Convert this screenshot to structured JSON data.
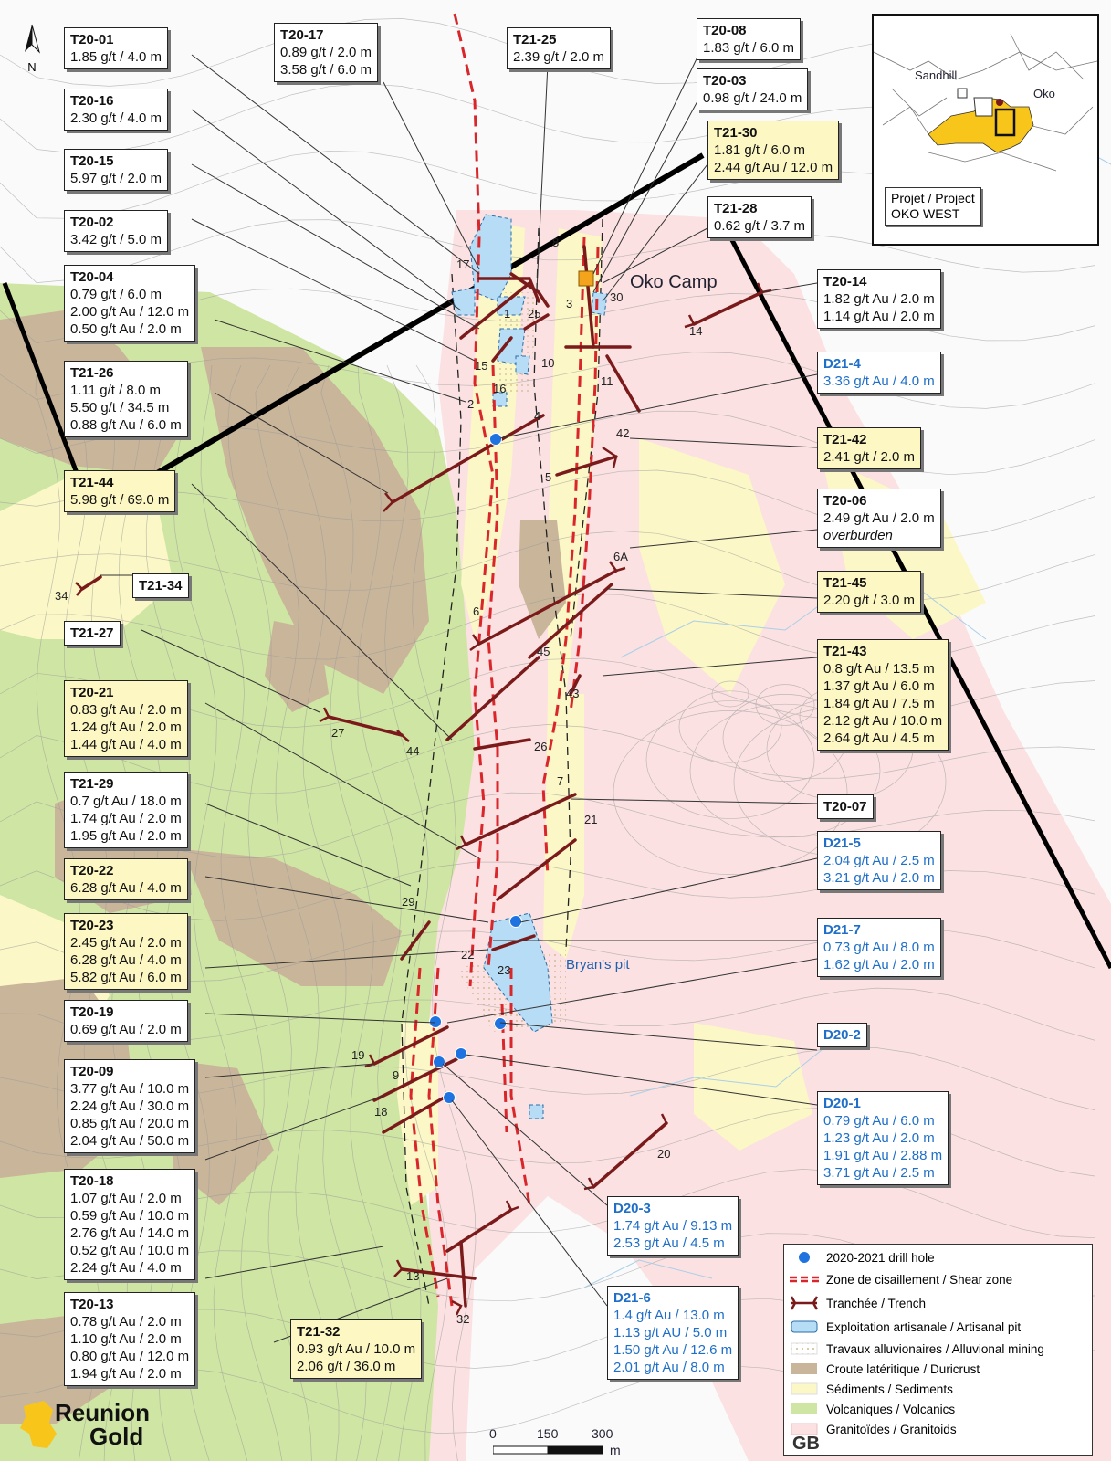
{
  "labels": [
    {
      "id": "T20-01",
      "style": "white",
      "rows": [
        "1.85 g/t / 4.0 m"
      ]
    },
    {
      "id": "T20-17",
      "style": "white",
      "rows": [
        "0.89 g/t / 2.0 m",
        "3.58 g/t / 6.0 m"
      ]
    },
    {
      "id": "T21-25",
      "style": "white",
      "rows": [
        "2.39 g/t / 2.0 m"
      ]
    },
    {
      "id": "T20-08",
      "style": "white",
      "rows": [
        "1.83 g/t / 6.0 m"
      ]
    },
    {
      "id": "T20-03",
      "style": "white",
      "rows": [
        "0.98 g/t / 24.0 m"
      ]
    },
    {
      "id": "T20-16",
      "style": "white",
      "rows": [
        "2.30 g/t / 4.0 m"
      ]
    },
    {
      "id": "T21-30",
      "style": "yellow",
      "rows": [
        "1.81 g/t / 6.0 m",
        "2.44 g/t Au / 12.0 m"
      ]
    },
    {
      "id": "T20-15",
      "style": "white",
      "rows": [
        "5.97 g/t / 2.0 m"
      ]
    },
    {
      "id": "T21-28",
      "style": "white",
      "rows": [
        "0.62 g/t / 3.7 m"
      ]
    },
    {
      "id": "T20-02",
      "style": "white",
      "rows": [
        "3.42 g/t / 5.0 m"
      ]
    },
    {
      "id": "T20-04",
      "style": "white",
      "rows": [
        "0.79 g/t / 6.0 m",
        "2.00 g/t Au / 12.0 m",
        "0.50 g/t Au / 2.0 m"
      ]
    },
    {
      "id": "T20-14",
      "style": "white",
      "rows": [
        "1.82 g/t Au / 2.0 m",
        "1.14 g/t Au / 2.0 m"
      ]
    },
    {
      "id": "D21-4",
      "style": "blue",
      "rows": [
        "3.36 g/t Au / 4.0 m"
      ]
    },
    {
      "id": "T21-26",
      "style": "white",
      "rows": [
        "1.11 g/t / 8.0 m",
        "5.50 g/t / 34.5 m",
        "0.88 g/t Au / 6.0 m"
      ]
    },
    {
      "id": "T21-42",
      "style": "yellow",
      "rows": [
        "2.41 g/t / 2.0 m"
      ]
    },
    {
      "id": "T21-44",
      "style": "yellow",
      "rows": [
        "5.98 g/t / 69.0 m"
      ]
    },
    {
      "id": "T20-06",
      "style": "white",
      "rows": [
        "2.49 g/t Au / 2.0 m"
      ],
      "note": "overburden"
    },
    {
      "id": "T21-34",
      "style": "white",
      "rows": []
    },
    {
      "id": "T21-45",
      "style": "yellow",
      "rows": [
        "2.20 g/t / 3.0 m"
      ]
    },
    {
      "id": "T21-27",
      "style": "white",
      "rows": []
    },
    {
      "id": "T21-43",
      "style": "yellow",
      "rows": [
        "0.8 g/t Au / 13.5 m",
        "1.37 g/t Au / 6.0 m",
        "1.84 g/t Au / 7.5 m",
        "2.12 g/t Au / 10.0 m",
        "2.64 g/t Au / 4.5 m"
      ]
    },
    {
      "id": "T20-21",
      "style": "yellow",
      "rows": [
        "0.83 g/t Au / 2.0 m",
        "1.24 g/t Au / 2.0 m",
        "1.44 g/t Au / 4.0 m"
      ]
    },
    {
      "id": "T21-29",
      "style": "white",
      "rows": [
        "0.7 g/t Au / 18.0 m",
        "1.74 g/t Au / 2.0 m",
        "1.95 g/t Au / 2.0 m"
      ]
    },
    {
      "id": "T20-07",
      "style": "white",
      "rows": []
    },
    {
      "id": "D21-5",
      "style": "blue",
      "rows": [
        "2.04 g/t Au / 2.5 m",
        "3.21 g/t Au / 2.0 m"
      ]
    },
    {
      "id": "T20-22",
      "style": "yellow",
      "rows": [
        "6.28 g/t Au / 4.0 m"
      ]
    },
    {
      "id": "D21-7",
      "style": "blue",
      "rows": [
        "0.73 g/t Au / 8.0 m",
        "1.62 g/t Au / 2.0 m"
      ]
    },
    {
      "id": "T20-23",
      "style": "yellow",
      "rows": [
        "2.45 g/t Au / 2.0 m",
        "6.28 g/t Au / 4.0 m",
        "5.82 g/t Au / 6.0 m"
      ]
    },
    {
      "id": "T20-19",
      "style": "white",
      "rows": [
        "0.69 g/t Au / 2.0 m"
      ]
    },
    {
      "id": "D20-2",
      "style": "blue",
      "rows": []
    },
    {
      "id": "T20-09",
      "style": "white",
      "rows": [
        "3.77 g/t Au / 10.0 m",
        "2.24 g/t Au / 30.0 m",
        "0.85 g/t Au / 20.0 m",
        "2.04 g/t Au / 50.0 m"
      ]
    },
    {
      "id": "D20-1",
      "style": "blue",
      "rows": [
        "0.79 g/t Au / 6.0 m",
        "1.23 g/t Au / 2.0 m",
        "1.91 g/t Au / 2.88 m",
        "3.71 g/t Au / 2.5 m"
      ]
    },
    {
      "id": "T20-18",
      "style": "white",
      "rows": [
        "1.07 g/t Au / 2.0 m",
        "0.59 g/t Au / 10.0 m",
        "2.76 g/t Au / 14.0 m",
        "0.52 g/t Au / 10.0 m",
        "2.24 g/t Au / 4.0 m"
      ]
    },
    {
      "id": "D20-3",
      "style": "blue",
      "rows": [
        "1.74 g/t Au / 9.13 m",
        "2.53 g/t Au / 4.5 m"
      ]
    },
    {
      "id": "T20-13",
      "style": "white",
      "rows": [
        "0.78 g/t Au / 2.0 m",
        "1.10 g/t Au / 2.0 m",
        "0.80 g/t Au / 12.0 m",
        "1.94 g/t Au / 2.0 m"
      ]
    },
    {
      "id": "T21-32",
      "style": "yellow",
      "rows": [
        "0.93 g/t Au / 10.0 m",
        "2.06 g/t / 36.0 m"
      ]
    },
    {
      "id": "D21-6",
      "style": "blue",
      "rows": [
        "1.4 g/t Au / 13.0 m",
        "1.13 g/t AU / 5.0 m",
        "1.50 g/t Au / 12.6 m",
        "2.01 g/t Au / 8.0 m"
      ]
    }
  ],
  "trench_numbers": [
    "17",
    "8",
    "1",
    "25",
    "3",
    "30",
    "14",
    "15",
    "10",
    "11",
    "16",
    "2",
    "4",
    "42",
    "5",
    "6A",
    "6",
    "45",
    "43",
    "44",
    "26",
    "27",
    "34",
    "7",
    "21",
    "29",
    "22",
    "23",
    "19",
    "9",
    "18",
    "20",
    "13",
    "32"
  ],
  "place_names": {
    "camp": "Oko Camp",
    "pit": "Bryan's pit"
  },
  "north_arrow": "N",
  "inset": {
    "place1": "Sandhill",
    "place2": "Oko",
    "project_line1": "Projet / Project",
    "project_line2": "OKO WEST"
  },
  "legend": [
    {
      "key": "drill",
      "label": "2020-2021 drill hole"
    },
    {
      "key": "shear",
      "label": "Zone de cisaillement / Shear zone"
    },
    {
      "key": "trench",
      "label": "Tranchée / Trench"
    },
    {
      "key": "pit",
      "label": "Exploitation artisanale / Artisanal pit"
    },
    {
      "key": "alluvial",
      "label": "Travaux alluvionaires / Alluvional mining"
    },
    {
      "key": "duricrust",
      "label": "Croute latéritique / Duricrust"
    },
    {
      "key": "sediments",
      "label": "Sédiments / Sediments"
    },
    {
      "key": "volcanics",
      "label": "Volcaniques / Volcanics"
    },
    {
      "key": "granitoids",
      "label": "Granitoïdes / Granitoids"
    }
  ],
  "scale": {
    "t0": "0",
    "t1": "150",
    "t2": "300",
    "unit": "m"
  },
  "logo": {
    "word1": "Reunion",
    "word2": "Gold"
  },
  "credit": "GB",
  "colors": {
    "granitoid": "#fbe1e1",
    "sediment": "#fbf7c6",
    "volcanic": "#cfe5a3",
    "duricrust": "#c9b59a",
    "pit": "#b7dcf5",
    "trench": "#7a1a1a",
    "shear": "#d8262a",
    "drill": "#1f73e0",
    "label_yellow": "#fdf7c3",
    "label_blue_text": "#1f6fc8"
  }
}
